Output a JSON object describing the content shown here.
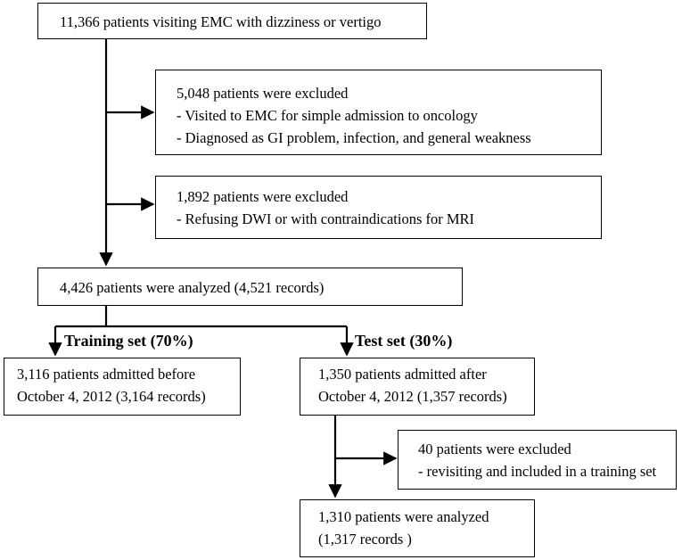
{
  "boxes": {
    "start": {
      "lines": [
        "11,366 patients visiting EMC with dizziness or vertigo"
      ]
    },
    "exclusion_1": {
      "lines": [
        "5,048 patients were excluded",
        "- Visited to EMC for simple admission to oncology",
        "- Diagnosed as GI problem, infection, and general weakness"
      ]
    },
    "exclusion_2": {
      "lines": [
        "1,892 patients were excluded",
        "- Refusing DWI or with contraindications for MRI"
      ]
    },
    "analyzed": {
      "lines": [
        "4,426 patients were analyzed (4,521 records)"
      ]
    },
    "training": {
      "lines": [
        "3,116 patients admitted before",
        "October 4, 2012 (3,164 records)"
      ]
    },
    "test": {
      "lines": [
        "1,350 patients admitted after",
        "October 4, 2012 (1,357 records)"
      ]
    },
    "exclusion_3": {
      "lines": [
        "40 patients were excluded",
        "- revisiting and included in a training set"
      ]
    },
    "final": {
      "lines": [
        "1,310 patients were analyzed",
        "(1,317 records )"
      ]
    }
  },
  "labels": {
    "training_set": "Training set (70%)",
    "test_set": "Test set (30%)"
  }
}
